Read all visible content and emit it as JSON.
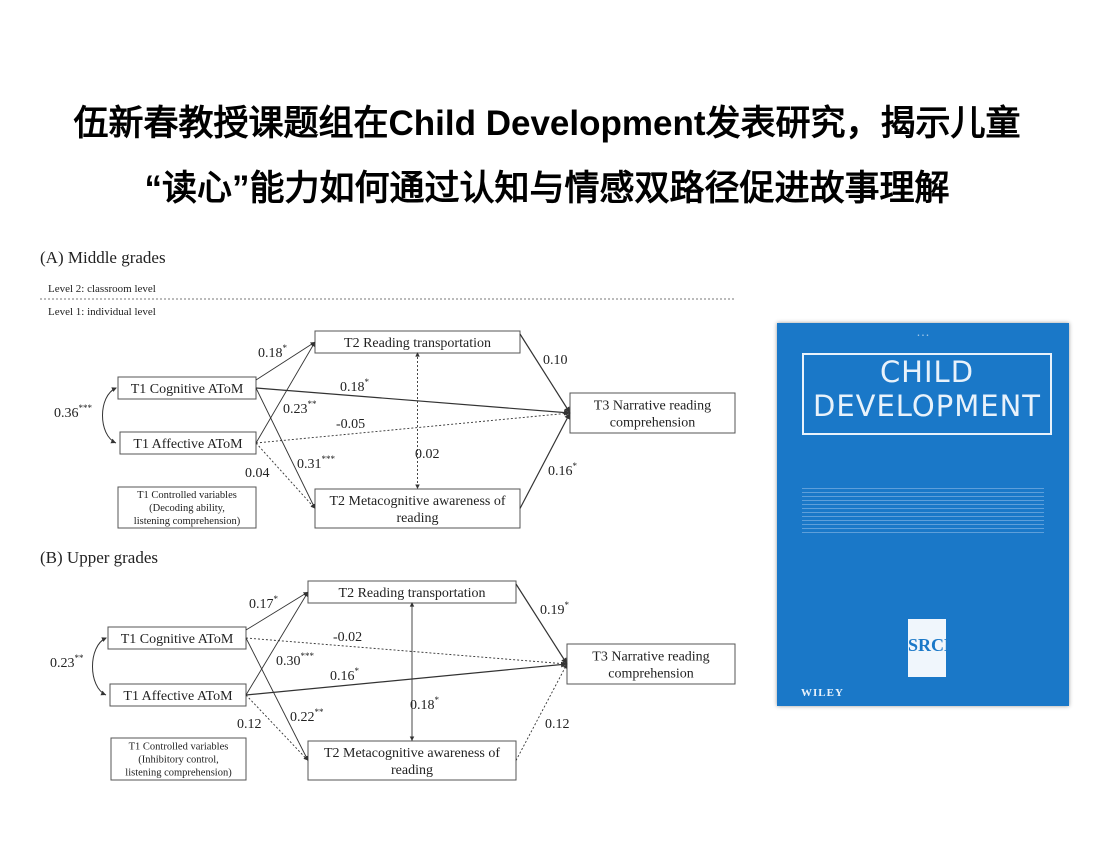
{
  "headline": {
    "line1": "伍新春教授课题组在Child Development发表研究，揭示儿童",
    "line2": "“读心”能力如何通过认知与情感双路径促进故事理解"
  },
  "panels": [
    {
      "title": "(A) Middle grades",
      "level2": "Level 2: classroom level",
      "level1": "Level 1: individual level",
      "nodes": {
        "cog": [
          "T1 Cognitive AToM"
        ],
        "aff": [
          "T1 Affective AToM"
        ],
        "rt": [
          "T2 Reading transportation"
        ],
        "meta": [
          "T2 Metacognitive awareness of",
          "reading"
        ],
        "t3": [
          "T3 Narrative reading",
          "comprehension"
        ],
        "ctrl": [
          "T1 Controlled variables",
          "(Decoding ability,",
          "listening comprehension)"
        ]
      },
      "edges": [
        {
          "from": "cog",
          "to": "aff",
          "value": "0.36",
          "stars": "***",
          "significant": true
        },
        {
          "from": "cog",
          "to": "rt",
          "value": "0.18",
          "stars": "*",
          "significant": true
        },
        {
          "from": "rt",
          "to": "t3",
          "value": "0.10",
          "stars": "",
          "significant": true
        },
        {
          "from": "cog",
          "to": "t3",
          "value": "0.18",
          "stars": "*",
          "significant": true
        },
        {
          "from": "aff",
          "to": "rt",
          "value": "0.23",
          "stars": "**",
          "significant": true
        },
        {
          "from": "aff",
          "to": "t3",
          "value": "-0.05",
          "stars": "",
          "significant": false
        },
        {
          "from": "rt",
          "to": "meta",
          "value": "0.02",
          "stars": "",
          "significant": false
        },
        {
          "from": "cog",
          "to": "meta",
          "value": "0.31",
          "stars": "***",
          "significant": true
        },
        {
          "from": "aff",
          "to": "meta",
          "value": "0.04",
          "stars": "",
          "significant": false
        },
        {
          "from": "meta",
          "to": "t3",
          "value": "0.16",
          "stars": "*",
          "significant": true
        }
      ]
    },
    {
      "title": "(B) Upper grades",
      "nodes": {
        "cog": [
          "T1 Cognitive AToM"
        ],
        "aff": [
          "T1 Affective AToM"
        ],
        "rt": [
          "T2 Reading transportation"
        ],
        "meta": [
          "T2 Metacognitive awareness of",
          "reading"
        ],
        "t3": [
          "T3 Narrative reading",
          "comprehension"
        ],
        "ctrl": [
          "T1 Controlled variables",
          "(Inhibitory control,",
          "listening comprehension)"
        ]
      },
      "edges": [
        {
          "from": "cog",
          "to": "aff",
          "value": "0.23",
          "stars": "**",
          "significant": true
        },
        {
          "from": "cog",
          "to": "rt",
          "value": "0.17",
          "stars": "*",
          "significant": true
        },
        {
          "from": "rt",
          "to": "t3",
          "value": "0.19",
          "stars": "*",
          "significant": true
        },
        {
          "from": "cog",
          "to": "t3",
          "value": "-0.02",
          "stars": "",
          "significant": false
        },
        {
          "from": "aff",
          "to": "rt",
          "value": "0.30",
          "stars": "***",
          "significant": true
        },
        {
          "from": "aff",
          "to": "t3",
          "value": "0.16",
          "stars": "*",
          "significant": true
        },
        {
          "from": "rt",
          "to": "meta",
          "value": "0.18",
          "stars": "*",
          "significant": true
        },
        {
          "from": "cog",
          "to": "meta",
          "value": "0.22",
          "stars": "**",
          "significant": true
        },
        {
          "from": "aff",
          "to": "meta",
          "value": "0.12",
          "stars": "",
          "significant": false
        },
        {
          "from": "meta",
          "to": "t3",
          "value": "0.12",
          "stars": "",
          "significant": false
        }
      ]
    }
  ],
  "journal_cover": {
    "title_line1": "CHILD",
    "title_line2": "DEVELOPMENT",
    "publisher": "WILEY",
    "logo": "SRCD",
    "background": "#1a78c8"
  }
}
